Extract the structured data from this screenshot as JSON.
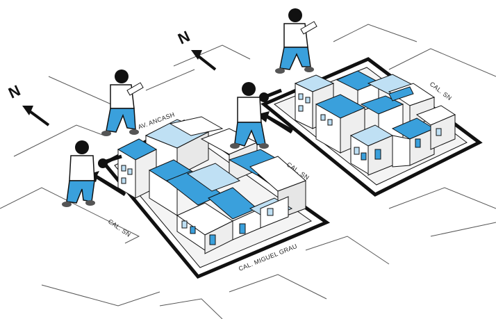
{
  "north_labels": [
    "N",
    "N"
  ],
  "streets": {
    "av_ancash": "AV. ANCASH",
    "cal_sn_left_block_right": "CAL. SN",
    "cal_sn_left_block_left": "CAL. SN",
    "cal_miguel_grau": "CAL. MIGUEL GRAU",
    "cal_sn_right_block": "CAL. SN"
  },
  "colors": {
    "roof_blue": "#3aa0dc",
    "light_blue": "#bfe0f4",
    "outline": "#111111",
    "walker_shirt": "#ffffff",
    "walker_pants": "#3aa0dc"
  },
  "icons": {
    "north_arrow": "north-arrow-icon",
    "walker": "surveyor-person-icon",
    "route_arrow": "route-arrow-icon"
  }
}
